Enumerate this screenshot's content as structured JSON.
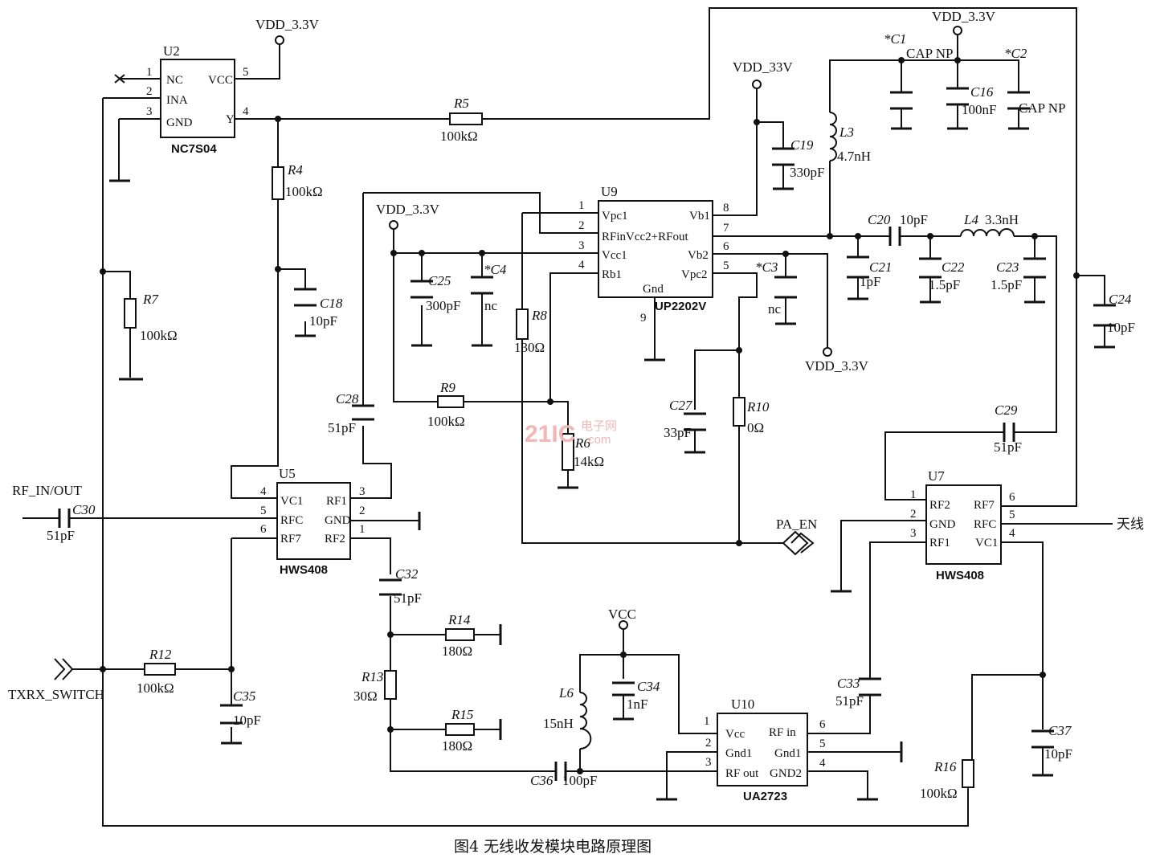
{
  "figure_caption": "图4  无线收发模块电路原理图",
  "power": {
    "vdd_a": "VDD_3.3V",
    "vdd_b": "VDD_33V",
    "vdd_c": "VDD_3.3V",
    "vdd_d": "VDD_3.3V",
    "vdd_e": "VDD_3.3V",
    "vcc": "VCC"
  },
  "chips": {
    "u2": {
      "ref": "U2",
      "part": "NC7S04",
      "pins": [
        "NC",
        "INA",
        "GND",
        "VCC",
        "Y"
      ],
      "nums": [
        "1",
        "2",
        "3",
        "5",
        "4"
      ]
    },
    "u9": {
      "ref": "U9",
      "part": "UP2202V",
      "pins": [
        "Vpc1",
        "RFinVcc2+RFout",
        "Vcc1",
        "Rb1",
        "Vb1",
        "Vb2",
        "Vpc2",
        "Gnd"
      ],
      "nums": [
        "1",
        "2",
        "3",
        "4",
        "8",
        "7",
        "6",
        "5",
        "9"
      ]
    },
    "u5": {
      "ref": "U5",
      "part": "HWS408",
      "pins": [
        "VC1",
        "RFC",
        "RF7",
        "RF1",
        "GND",
        "RF2"
      ],
      "nums": [
        "4",
        "5",
        "6",
        "3",
        "2",
        "1"
      ]
    },
    "u7": {
      "ref": "U7",
      "part": "HWS408",
      "pins": [
        "RF2",
        "GND",
        "RF1",
        "RF7",
        "RFC",
        "VC1"
      ],
      "nums": [
        "1",
        "2",
        "3",
        "6",
        "5",
        "4"
      ]
    },
    "u10": {
      "ref": "U10",
      "part": "UA2723",
      "pins": [
        "Vcc",
        "Gnd1",
        "RF out",
        "RF in",
        "Gnd1",
        "GND2"
      ],
      "nums": [
        "1",
        "2",
        "3",
        "6",
        "5",
        "4"
      ]
    }
  },
  "components": {
    "r5": {
      "ref": "R5",
      "value": "100kΩ"
    },
    "r4": {
      "ref": "R4",
      "value": "100kΩ"
    },
    "r7": {
      "ref": "R7",
      "value": "100kΩ"
    },
    "r8": {
      "ref": "R8",
      "value": "130Ω"
    },
    "r9": {
      "ref": "R9",
      "value": "100kΩ"
    },
    "r6": {
      "ref": "R6",
      "value": "14kΩ"
    },
    "r10": {
      "ref": "R10",
      "value": "0Ω"
    },
    "r12": {
      "ref": "R12",
      "value": "100kΩ"
    },
    "r13": {
      "ref": "R13",
      "value": "30Ω"
    },
    "r14": {
      "ref": "R14",
      "value": "180Ω"
    },
    "r15": {
      "ref": "R15",
      "value": "180Ω"
    },
    "r16": {
      "ref": "R16",
      "value": "100kΩ"
    },
    "c1": {
      "ref": "*C1",
      "value": "CAP NP"
    },
    "c2": {
      "ref": "*C2",
      "value": "CAP NP"
    },
    "c16": {
      "ref": "C16",
      "value": "100nF"
    },
    "c19": {
      "ref": "C19",
      "value": "330pF"
    },
    "l3": {
      "ref": "L3",
      "value": "4.7nH"
    },
    "c20": {
      "ref": "C20",
      "value": "10pF"
    },
    "l4": {
      "ref": "L4",
      "value": "3.3nH"
    },
    "c21": {
      "ref": "C21",
      "value": "1pF"
    },
    "c22": {
      "ref": "C22",
      "value": "1.5pF"
    },
    "c23": {
      "ref": "C23",
      "value": "1.5pF"
    },
    "c24": {
      "ref": "C24",
      "value": "10pF"
    },
    "c25": {
      "ref": "C25",
      "value": "300pF"
    },
    "c4": {
      "ref": "*C4",
      "value": "nc"
    },
    "c3": {
      "ref": "*C3",
      "value": "nc"
    },
    "c18": {
      "ref": "C18",
      "value": "10pF"
    },
    "c27": {
      "ref": "C27",
      "value": "33pF"
    },
    "c28": {
      "ref": "C28",
      "value": "51pF"
    },
    "c29": {
      "ref": "C29",
      "value": "51pF"
    },
    "c30": {
      "ref": "C30",
      "value": "51pF"
    },
    "c32": {
      "ref": "C32",
      "value": "51pF"
    },
    "c33": {
      "ref": "C33",
      "value": "51pF"
    },
    "c34": {
      "ref": "C34",
      "value": "1nF"
    },
    "c35": {
      "ref": "C35",
      "value": "10pF"
    },
    "c36": {
      "ref": "C36",
      "value": "100pF"
    },
    "c37": {
      "ref": "C37",
      "value": "10pF"
    },
    "l6": {
      "ref": "L6",
      "value": "15nH"
    }
  },
  "ports": {
    "rf_in_out": "RF_IN/OUT",
    "txrx_switch": "TXRX_SWITCH",
    "pa_en": "PA_EN",
    "antenna": "天线"
  },
  "watermark": {
    "logo": "21IC",
    "site": "电子网",
    "domain": ".com"
  }
}
